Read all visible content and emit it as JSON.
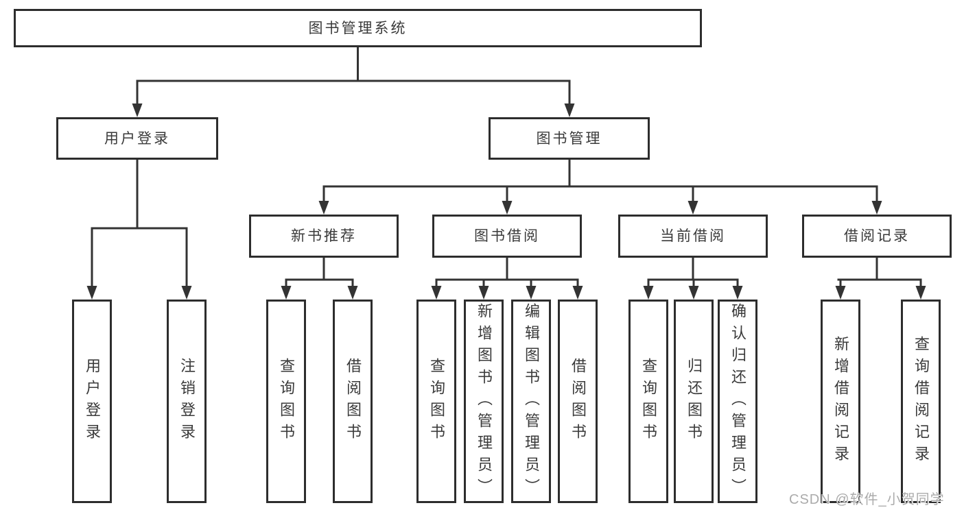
{
  "diagram": {
    "root": {
      "label": "图书管理系统"
    },
    "level1": [
      {
        "label": "用户登录",
        "children": [
          {
            "label": "用户登录"
          },
          {
            "label": "注销登录"
          }
        ]
      },
      {
        "label": "图书管理",
        "children": [
          {
            "label": "新书推荐",
            "children": [
              {
                "label": "查询图书"
              },
              {
                "label": "借阅图书"
              }
            ]
          },
          {
            "label": "图书借阅",
            "children": [
              {
                "label": "查询图书"
              },
              {
                "label": "新增图书（管理员）"
              },
              {
                "label": "编辑图书（管理员）"
              },
              {
                "label": "借阅图书"
              }
            ]
          },
          {
            "label": "当前借阅",
            "children": [
              {
                "label": "查询图书"
              },
              {
                "label": "归还图书"
              },
              {
                "label": "确认归还（管理员）"
              }
            ]
          },
          {
            "label": "借阅记录",
            "children": [
              {
                "label": "新增借阅记录"
              },
              {
                "label": "查询借阅记录"
              }
            ]
          }
        ]
      }
    ]
  },
  "watermark": {
    "text": "CSDN @软件_小贺同学"
  },
  "colors": {
    "line": "#333333",
    "box_border": "#2d2d2d",
    "box_fill": "#ffffff",
    "text": "#3a3a3a",
    "watermark": "#ababab",
    "background": "#ffffff"
  }
}
